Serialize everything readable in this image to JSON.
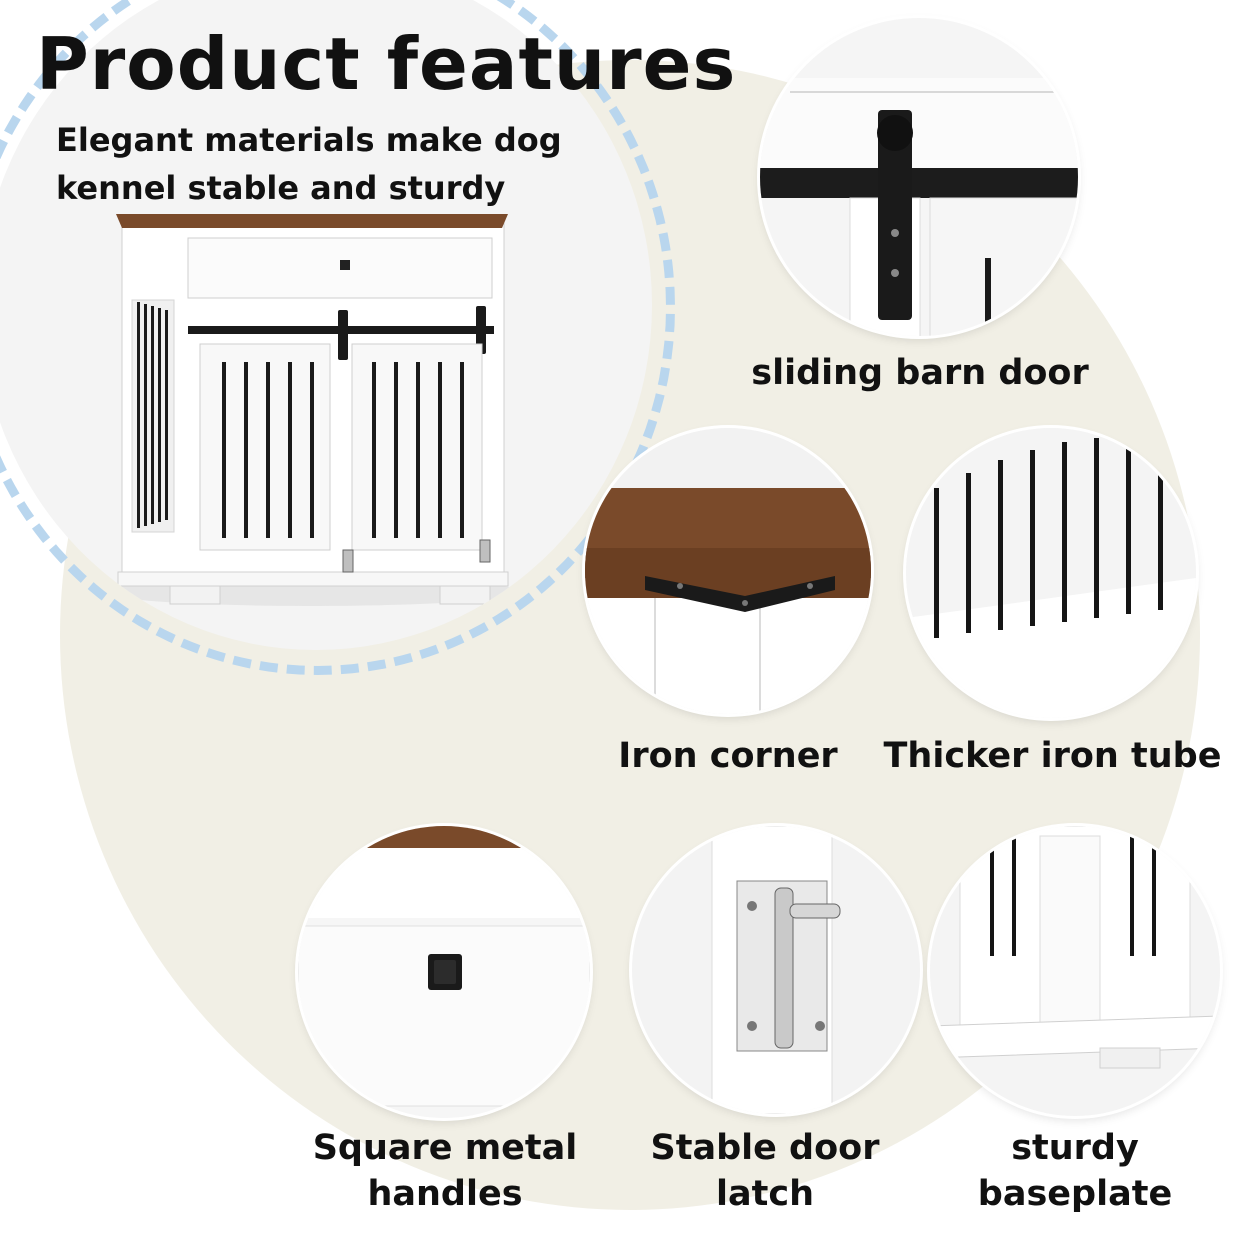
{
  "heading": "Product features",
  "subheading": "Elegant materials make dog kennel stable and sturdy",
  "features": [
    {
      "caption": "sliding barn door",
      "icon": "barn-door-rail-icon"
    },
    {
      "caption": "Iron corner",
      "icon": "iron-corner-bracket-icon"
    },
    {
      "caption": "Thicker iron tube",
      "icon": "iron-tubes-icon"
    },
    {
      "caption": "Square metal\nhandles",
      "icon": "square-handle-icon"
    },
    {
      "caption": "Stable door\nlatch",
      "icon": "door-latch-icon"
    },
    {
      "caption": "sturdy\nbaseplate",
      "icon": "baseplate-icon"
    }
  ],
  "colors": {
    "background_blob": "#f1efe5",
    "dashed_ring": "#b9d6ee",
    "wood_top": "#7a4a2a",
    "metal": "#1a1a1a",
    "cabinet": "#ffffff"
  }
}
